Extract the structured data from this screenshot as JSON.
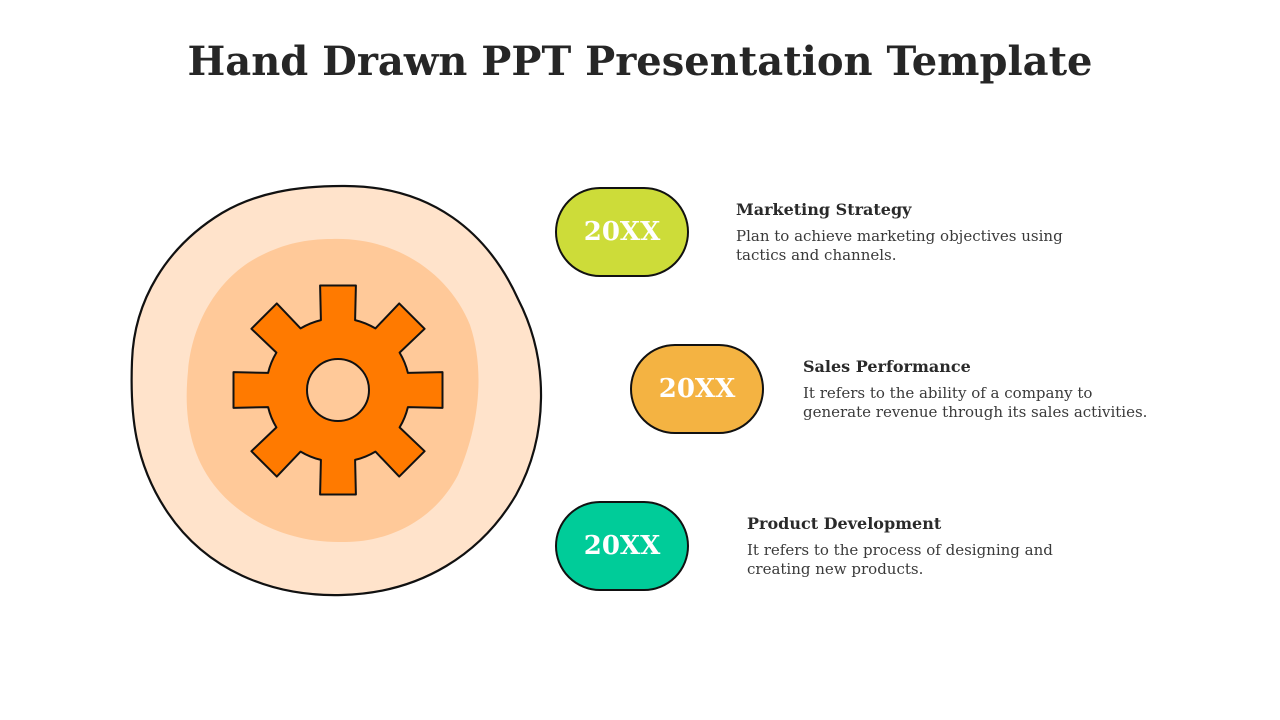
{
  "slide": {
    "title": "Hand Drawn PPT Presentation Template"
  },
  "colors": {
    "outer_circle": "#FFE3CB",
    "inner_blob": "#FFC999",
    "gear": "#FF7A00",
    "outline": "#111111"
  },
  "icons": {
    "center": "gear-icon"
  },
  "items": [
    {
      "badge": "20XX",
      "heading": "Marketing Strategy",
      "description": "Plan to achieve marketing objectives using tactics and channels.",
      "color": "#CDDC39"
    },
    {
      "badge": "20XX",
      "heading": "Sales Performance",
      "description": "It refers to the ability of a company to generate revenue through its sales activities.",
      "color": "#F4B342"
    },
    {
      "badge": "20XX",
      "heading": "Product Development",
      "description": "It refers to the process of designing and creating new products.",
      "color": "#00CC99"
    }
  ]
}
